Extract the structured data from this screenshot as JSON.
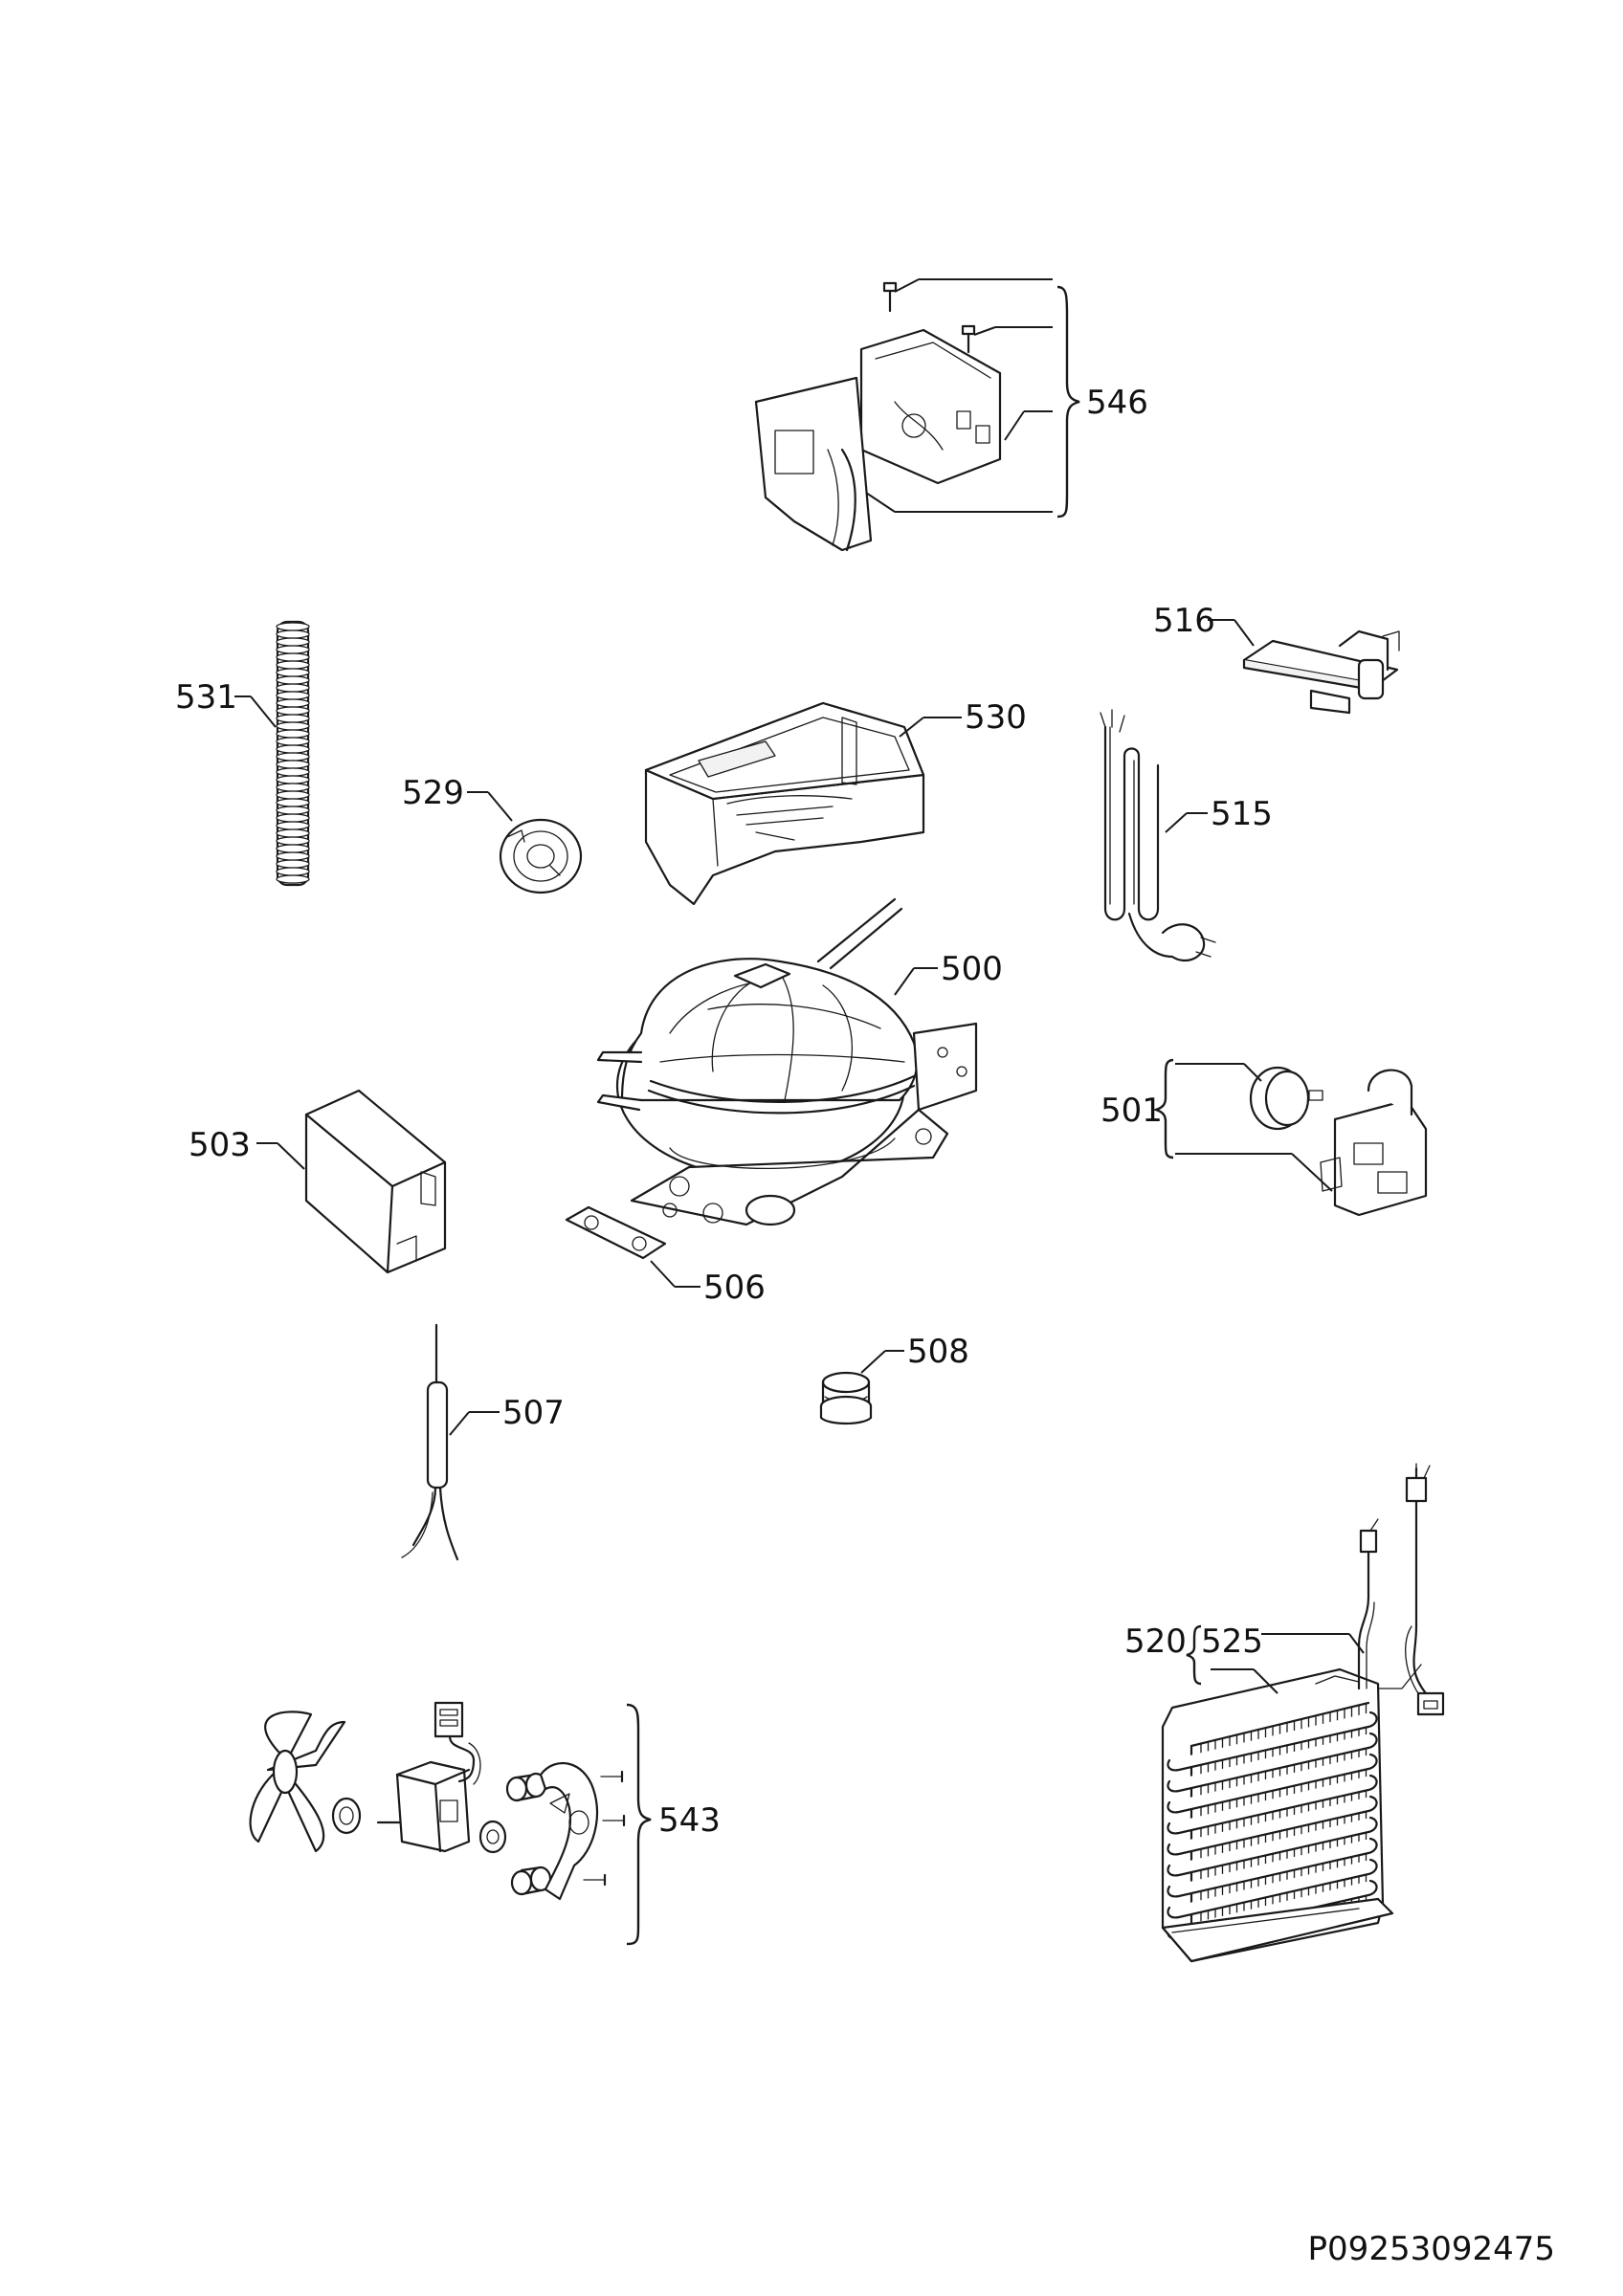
{
  "labels": {
    "546": "546",
    "516": "516",
    "531": "531",
    "530": "530",
    "529": "529",
    "515": "515",
    "500": "500",
    "501": "501",
    "503": "503",
    "506": "506",
    "508": "508",
    "507": "507",
    "520": "520",
    "525": "525",
    "543": "543"
  },
  "drawing_code": "P09253092475",
  "colors": {
    "line": "#1a1a1a",
    "background": "#ffffff"
  }
}
